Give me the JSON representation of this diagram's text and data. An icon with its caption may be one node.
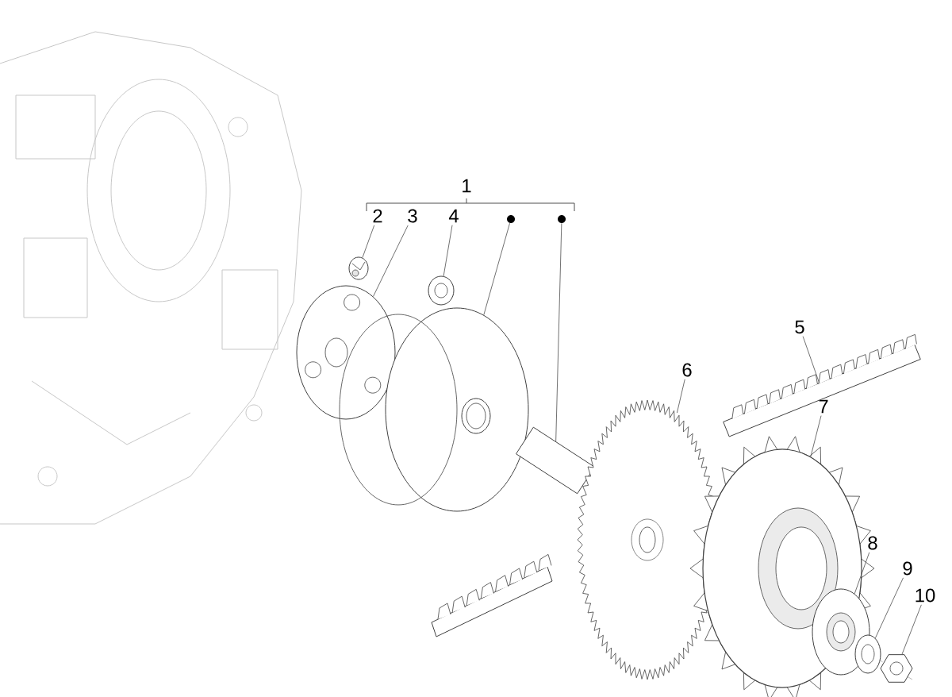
{
  "diagram": {
    "nodes": [
      {
        "text": [
          "2"
        ]
      },
      {
        "text": [
          "3"
        ]
      },
      {
        "text": [
          "4"
        ]
      },
      {
        "text": [],
        "shape": "circle"
      },
      {
        "text": [],
        "shape": "circle"
      },
      {
        "text": [
          "5"
        ]
      },
      {
        "text": [
          "6"
        ]
      },
      {
        "text": [
          "7"
        ]
      },
      {
        "text": [
          "8"
        ]
      },
      {
        "text": [
          "9"
        ]
      },
      {
        "text": [
          "10"
        ]
      },
      {
        "text": [],
        "shape": "picture"
      },
      {
        "text": [],
        "shape": "picture"
      },
      {
        "text": [],
        "shape": "picture"
      },
      {
        "text": [],
        "shape": "picture"
      },
      {
        "text": [],
        "shape": "picture"
      },
      {
        "text": [],
        "shape": "picture"
      },
      {
        "text": [],
        "shape": "picture"
      },
      {
        "text": [],
        "shape": "picture"
      },
      {
        "text": [],
        "shape": "picture"
      },
      {
        "text": [],
        "shape": "picture"
      },
      {
        "text": [],
        "shape": "picture"
      }
    ],
    "edges": [
      {
        "from": 0,
        "to": 11,
        "arrow": "none"
      },
      {
        "from": 1,
        "to": 12,
        "arrow": "none"
      },
      {
        "from": 2,
        "to": 13,
        "arrow": "none"
      },
      {
        "from": 3,
        "to": 14,
        "arrow": "none"
      },
      {
        "from": 4,
        "to": 15,
        "arrow": "none"
      },
      {
        "from": 5,
        "to": 16,
        "arrow": "none"
      },
      {
        "from": 6,
        "to": 17,
        "arrow": "none"
      },
      {
        "from": 7,
        "to": 18,
        "arrow": "none"
      },
      {
        "from": 8,
        "to": 19,
        "arrow": "none"
      },
      {
        "from": 9,
        "to": 20,
        "arrow": "none"
      },
      {
        "from": 10,
        "to": 21,
        "arrow": "none"
      }
    ],
    "labels": [
      "1"
    ]
  }
}
